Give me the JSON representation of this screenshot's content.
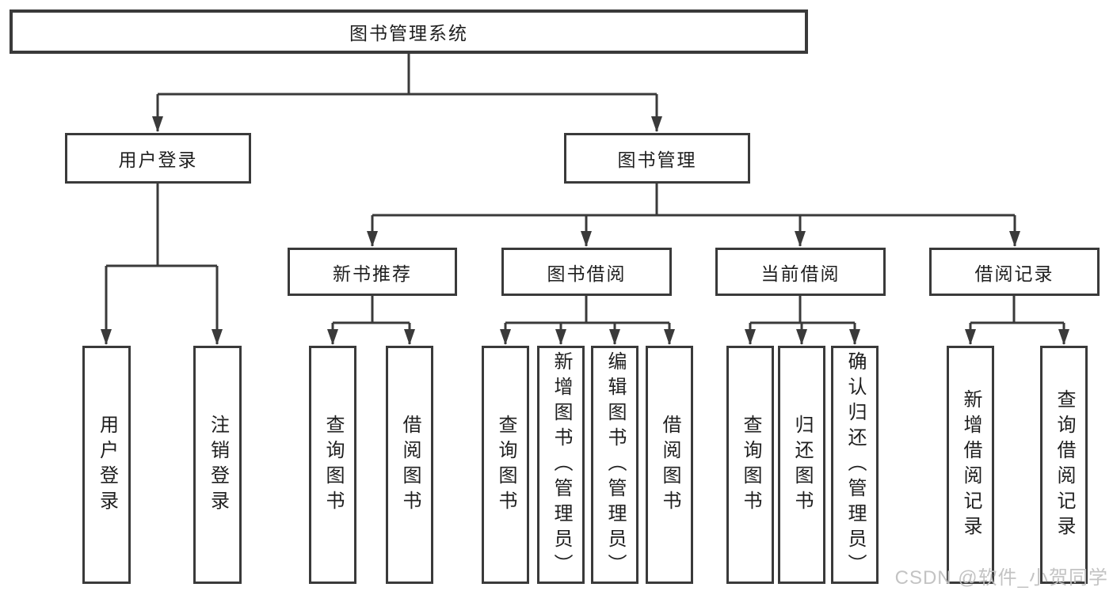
{
  "diagram": {
    "title": "图书管理系统",
    "branches": [
      {
        "label": "用户登录",
        "children": [
          {
            "label": "用户登录"
          },
          {
            "label": "注销登录"
          }
        ]
      },
      {
        "label": "图书管理",
        "children": [
          {
            "label": "新书推荐",
            "children": [
              {
                "label": "查询图书"
              },
              {
                "label": "借阅图书"
              }
            ]
          },
          {
            "label": "图书借阅",
            "children": [
              {
                "label": "查询图书"
              },
              {
                "label": "新增图书（管理员）"
              },
              {
                "label": "编辑图书（管理员）"
              },
              {
                "label": "借阅图书"
              }
            ]
          },
          {
            "label": "当前借阅",
            "children": [
              {
                "label": "查询图书"
              },
              {
                "label": "归还图书"
              },
              {
                "label": "确认归还（管理员）"
              }
            ]
          },
          {
            "label": "借阅记录",
            "children": [
              {
                "label": "新增借阅记录"
              },
              {
                "label": "查询借阅记录"
              }
            ]
          }
        ]
      }
    ]
  },
  "watermark": {
    "text": "CSDN @软件_小贺同学"
  },
  "colors": {
    "line": "#3a3a3a",
    "box_border": "#3a3a3a",
    "text": "#1f1f1f",
    "watermark": "#c0c0c0",
    "background": "#ffffff"
  }
}
